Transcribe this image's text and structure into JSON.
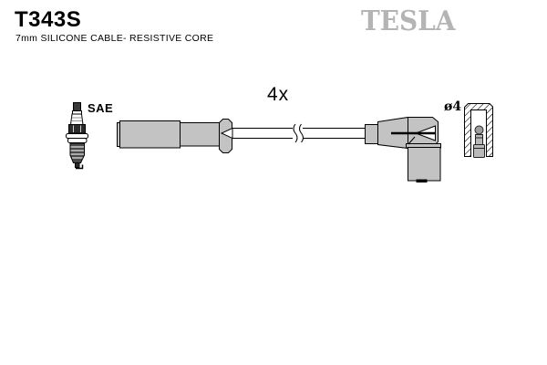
{
  "header": {
    "part_number": "T343S",
    "subtitle": "7mm SILICONE CABLE- RESISTIVE CORE",
    "brand": "TESLA",
    "brand_color": "#b4b4b4"
  },
  "diagram": {
    "quantity_label": "4x",
    "spark_plug_end_label": "SAE",
    "terminal_diameter_label": "ø4",
    "boot_fill": "#c3c3c3",
    "pin_fill": "#b9b9b9",
    "outline_color": "#000000",
    "description": "Ignition cable set drawing: SAE spark plug, straight boot cable with break mark, 90-degree distributor boot, ø4 terminal socket cross-section"
  }
}
